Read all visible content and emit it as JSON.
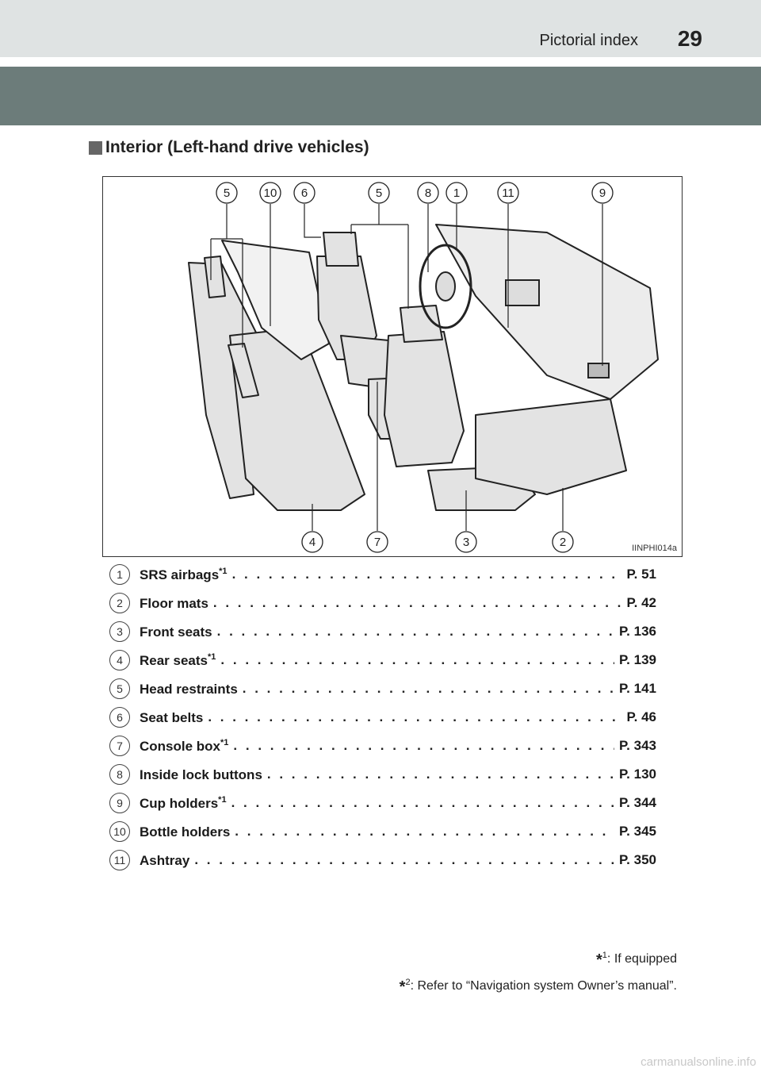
{
  "header": {
    "section": "Pictorial index",
    "page_number": "29"
  },
  "heading": "Interior (Left-hand drive vehicles)",
  "figure": {
    "code": "IINPHI014a",
    "top_callouts": [
      "5",
      "10",
      "6",
      "5",
      "8",
      "1",
      "11",
      "9"
    ],
    "bottom_callouts": [
      "4",
      "7",
      "3",
      "2"
    ]
  },
  "items": [
    {
      "num": "1",
      "label": "SRS airbags",
      "sup": "*1",
      "page": "P. 51"
    },
    {
      "num": "2",
      "label": "Floor mats",
      "sup": "",
      "page": "P. 42"
    },
    {
      "num": "3",
      "label": "Front seats",
      "sup": "",
      "page": "P. 136"
    },
    {
      "num": "4",
      "label": "Rear seats",
      "sup": "*1",
      "page": "P. 139"
    },
    {
      "num": "5",
      "label": "Head restraints",
      "sup": "",
      "page": "P. 141"
    },
    {
      "num": "6",
      "label": "Seat belts",
      "sup": "",
      "page": "P. 46"
    },
    {
      "num": "7",
      "label": "Console box",
      "sup": "*1",
      "page": "P. 343"
    },
    {
      "num": "8",
      "label": "Inside lock buttons",
      "sup": "",
      "page": "P. 130"
    },
    {
      "num": "9",
      "label": "Cup holders",
      "sup": "*1",
      "page": "P. 344"
    },
    {
      "num": "10",
      "label": "Bottle holders",
      "sup": "",
      "page": "P. 345"
    },
    {
      "num": "11",
      "label": "Ashtray",
      "sup": "",
      "page": "P. 350"
    }
  ],
  "footnotes": [
    {
      "mark": "*",
      "sub": "1",
      "text": ": If equipped"
    },
    {
      "mark": "*",
      "sub": "2",
      "text": ": Refer to “Navigation system Owner’s manual”."
    }
  ],
  "watermark": "carmanualsonline.info"
}
